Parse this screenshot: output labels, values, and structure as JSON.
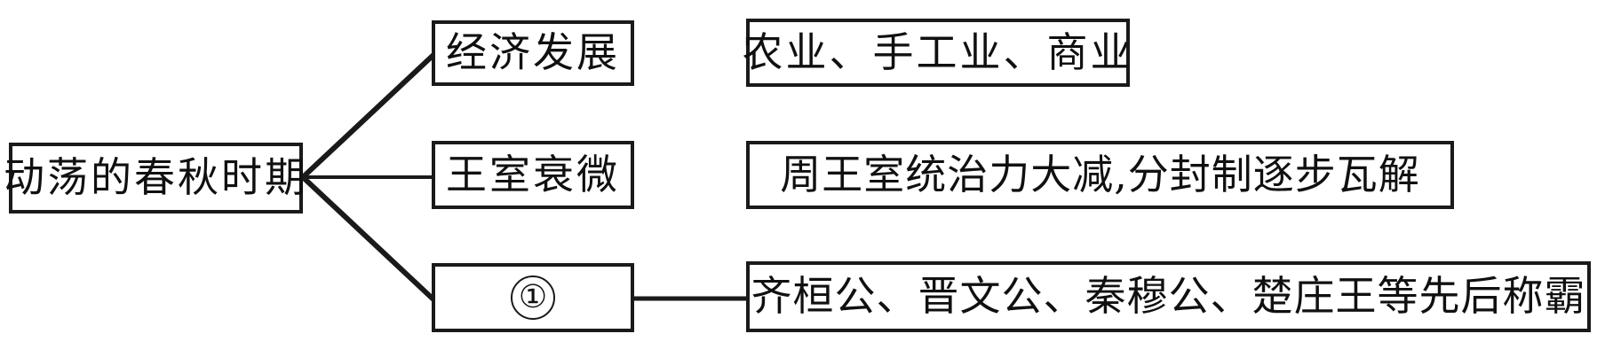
{
  "diagram": {
    "type": "tree-bracket",
    "orientation": "horizontal-left-to-right",
    "root": {
      "label": "动荡的春秋时期"
    },
    "branches": [
      {
        "label": "经济发展",
        "detail": "农业、手工业、商业",
        "connector_to_detail": false
      },
      {
        "label": "王室衰微",
        "detail": "周王室统治力大减,分封制逐步瓦解",
        "connector_to_detail": false
      },
      {
        "label": "①",
        "detail": "齐桓公、晋文公、秦穆公、楚庄王等先后称霸",
        "connector_to_detail": true
      }
    ],
    "colors": {
      "stroke": "#1a1a1a",
      "text": "#101010",
      "background": "#ffffff"
    }
  }
}
